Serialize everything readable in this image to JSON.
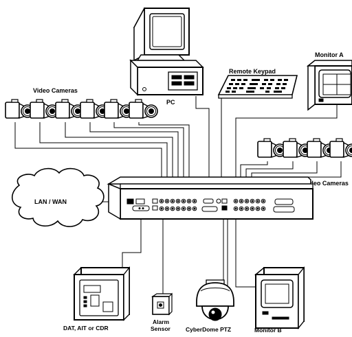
{
  "labels": {
    "pc": "PC",
    "remote_keypad": "Remote Keypad",
    "monitor_a": "Monitor A",
    "video_cameras_left": "Video Cameras",
    "video_cameras_right": "Video Cameras",
    "lan_wan": "LAN / WAN",
    "dat_recorder": "DAT, AIT  or CDR",
    "alarm_sensor_line1": "Alarm",
    "alarm_sensor_line2": "Sensor",
    "cyberdome_ptz": "CyberDome PTZ",
    "monitor_b": "Monitor B"
  },
  "icons": [
    "pc-icon",
    "keypad-icon",
    "monitor-icon",
    "camera-icon",
    "cloud-icon",
    "dvr-unit-icon",
    "tape-recorder-icon",
    "alarm-sensor-icon",
    "dome-camera-icon"
  ]
}
